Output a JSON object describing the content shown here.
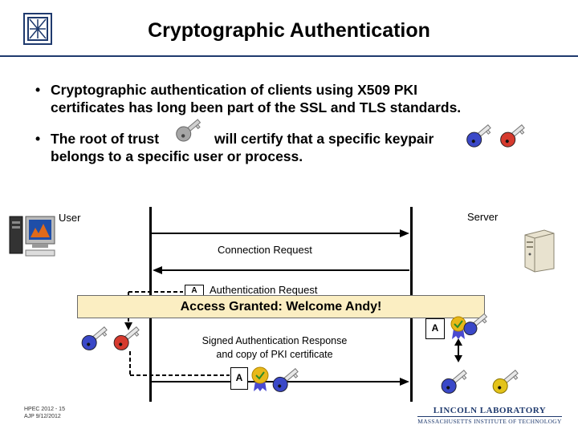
{
  "header": {
    "title": "Cryptographic Authentication"
  },
  "bullets": [
    {
      "line1": "Cryptographic authentication of clients using X509 PKI",
      "line2": "certificates has long been part of the SSL and TLS standards."
    },
    {
      "line1_part1": "The root of trust",
      "line1_part2": "will certify that a specific keypair",
      "line2": "belongs to a specific user or process."
    }
  ],
  "diagram": {
    "user_label": "User",
    "server_label": "Server",
    "connection_request": "Connection Request",
    "authentication_request": "Authentication Request",
    "access_banner": "Access Granted: Welcome Andy!",
    "signed_response_line1": "Signed Authentication Response",
    "signed_response_line2": "and copy of PKI certificate",
    "cert_letter": "A",
    "key_colors": {
      "blue": "#3a48c8",
      "red": "#d63a2e",
      "gold": "#e3c31a",
      "gray": "#a6a6a6"
    }
  },
  "footer": {
    "left_line1": "HPEC 2012 - 15",
    "left_line2": "AJP 9/12/2012",
    "org_line1": "LINCOLN LABORATORY",
    "org_line2": "MASSACHUSETTS INSTITUTE OF TECHNOLOGY"
  }
}
